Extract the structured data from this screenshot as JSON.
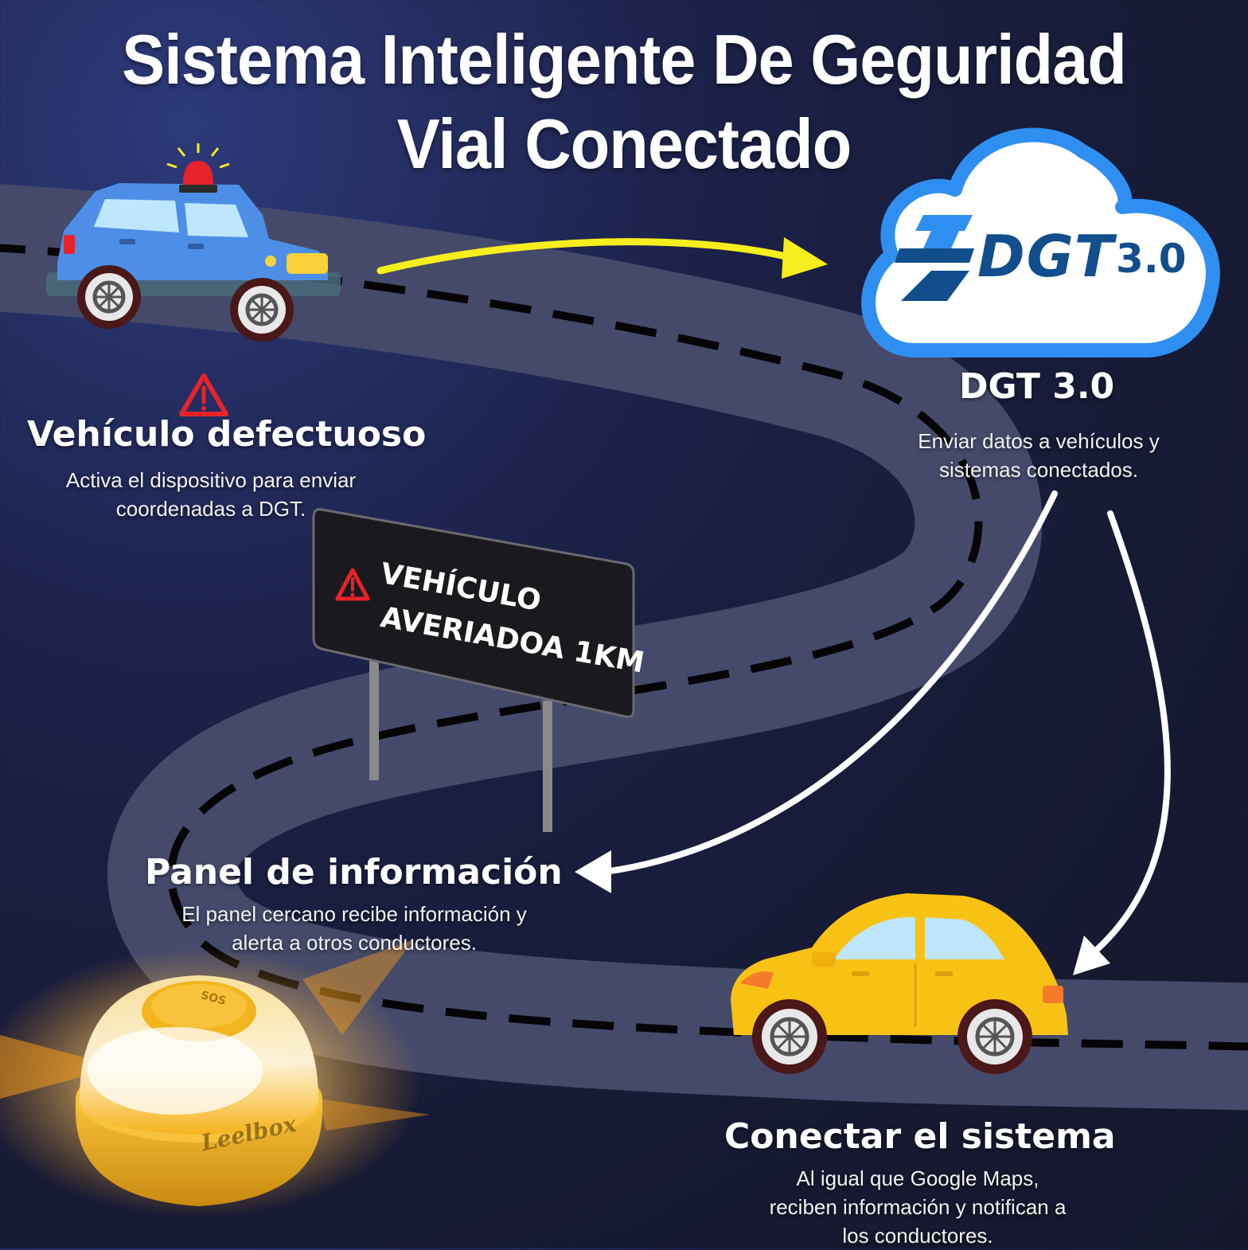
{
  "title": {
    "line1": "Sistema Inteligente De Geguridad",
    "line2": "Vial Conectado"
  },
  "cloud": {
    "logo_text": "DGT",
    "version": "3.0"
  },
  "dgt_section": {
    "heading": "DGT 3.0",
    "desc_line1": "Enviar datos a vehículos y",
    "desc_line2": "sistemas conectados."
  },
  "defective_vehicle": {
    "heading": "Vehículo defectuoso",
    "desc_line1": "Activa el dispositivo para enviar",
    "desc_line2": "coordenadas a DGT."
  },
  "road_sign": {
    "line1": "VEHÍCULO",
    "line2": "AVERIADOA 1KM"
  },
  "info_panel": {
    "heading": "Panel de información",
    "desc_line1": "El panel cercano recibe información y",
    "desc_line2": "alerta a otros conductores."
  },
  "connect_system": {
    "heading": "Conectar el sistema",
    "desc_line1": "Al igual que Google Maps,",
    "desc_line2": "reciben información y notifican a",
    "desc_line3": "los conductores."
  },
  "beacon": {
    "brand": "Leelbox",
    "button_label": "SOS"
  },
  "colors": {
    "background": "#1c2148",
    "road": "#454a6b",
    "arrow_yellow": "#f7ee1e",
    "cloud_blue": "#2f8ff0",
    "dgt_blue": "#124e8c",
    "police_car": "#4d8fe6",
    "yellow_car": "#f8c215",
    "warning_red": "#e8232a",
    "beacon_amber": "#f5b21b"
  }
}
